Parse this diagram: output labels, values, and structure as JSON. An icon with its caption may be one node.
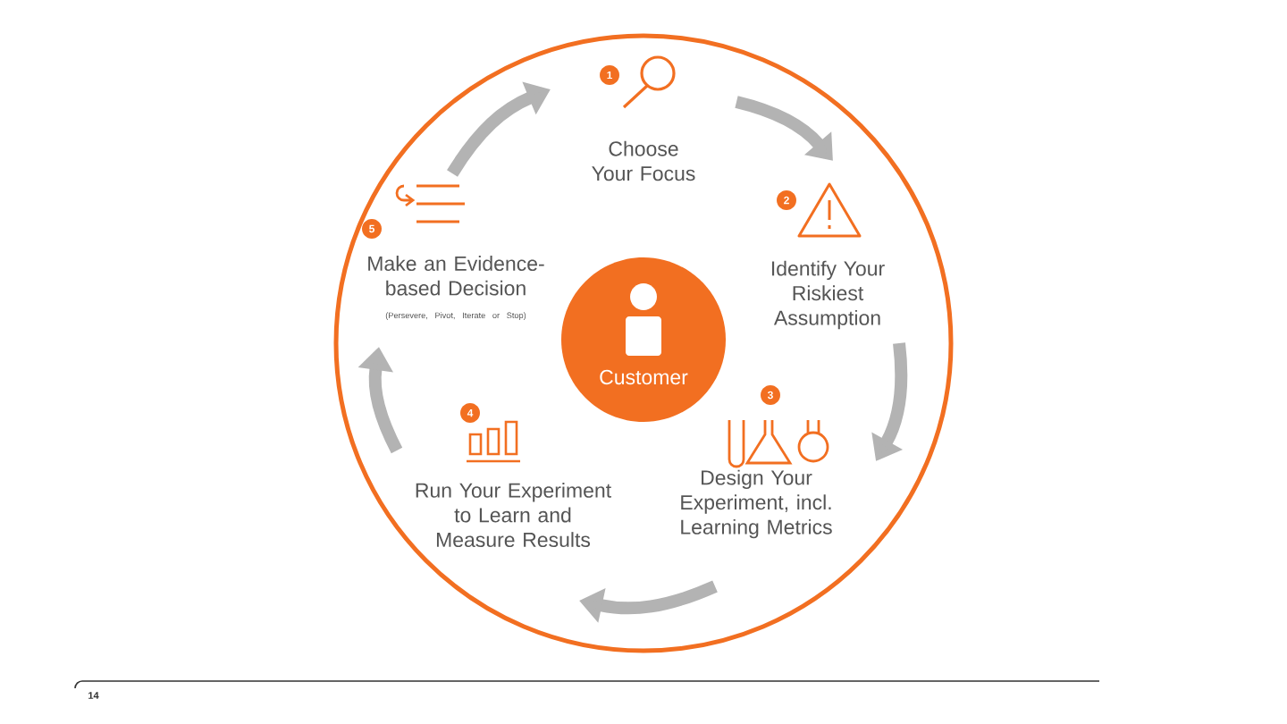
{
  "diagram": {
    "nodes": [
      {
        "text": [],
        "shape": "circle"
      },
      {
        "text": [
          "Customer"
        ],
        "in": 0
      },
      {
        "text": [
          "Choose Your Focus"
        ],
        "in": 0
      },
      {
        "text": [
          "Identify Your Riskiest Assumption"
        ],
        "in": 0
      },
      {
        "text": [
          "Design Your Experiment, incl. Learning Metrics"
        ],
        "in": 0
      },
      {
        "text": [
          "Run Your Experiment to Learn and Measure Results"
        ],
        "in": 0
      },
      {
        "text": [
          "Make an Evidence-based Decision",
          "(Persevere, Pivot, Iterate or Stop)"
        ],
        "in": 0
      }
    ],
    "edges": [
      {
        "from": 6,
        "to": 2,
        "arrow": "to"
      },
      {
        "from": 2,
        "to": 3,
        "arrow": "to"
      },
      {
        "from": 3,
        "to": 4,
        "arrow": "to"
      },
      {
        "from": 4,
        "to": 5,
        "arrow": "to"
      },
      {
        "from": 5,
        "to": 6,
        "arrow": "to"
      }
    ],
    "labels": [
      "1",
      "2",
      "5",
      "3",
      "4",
      "14"
    ]
  }
}
